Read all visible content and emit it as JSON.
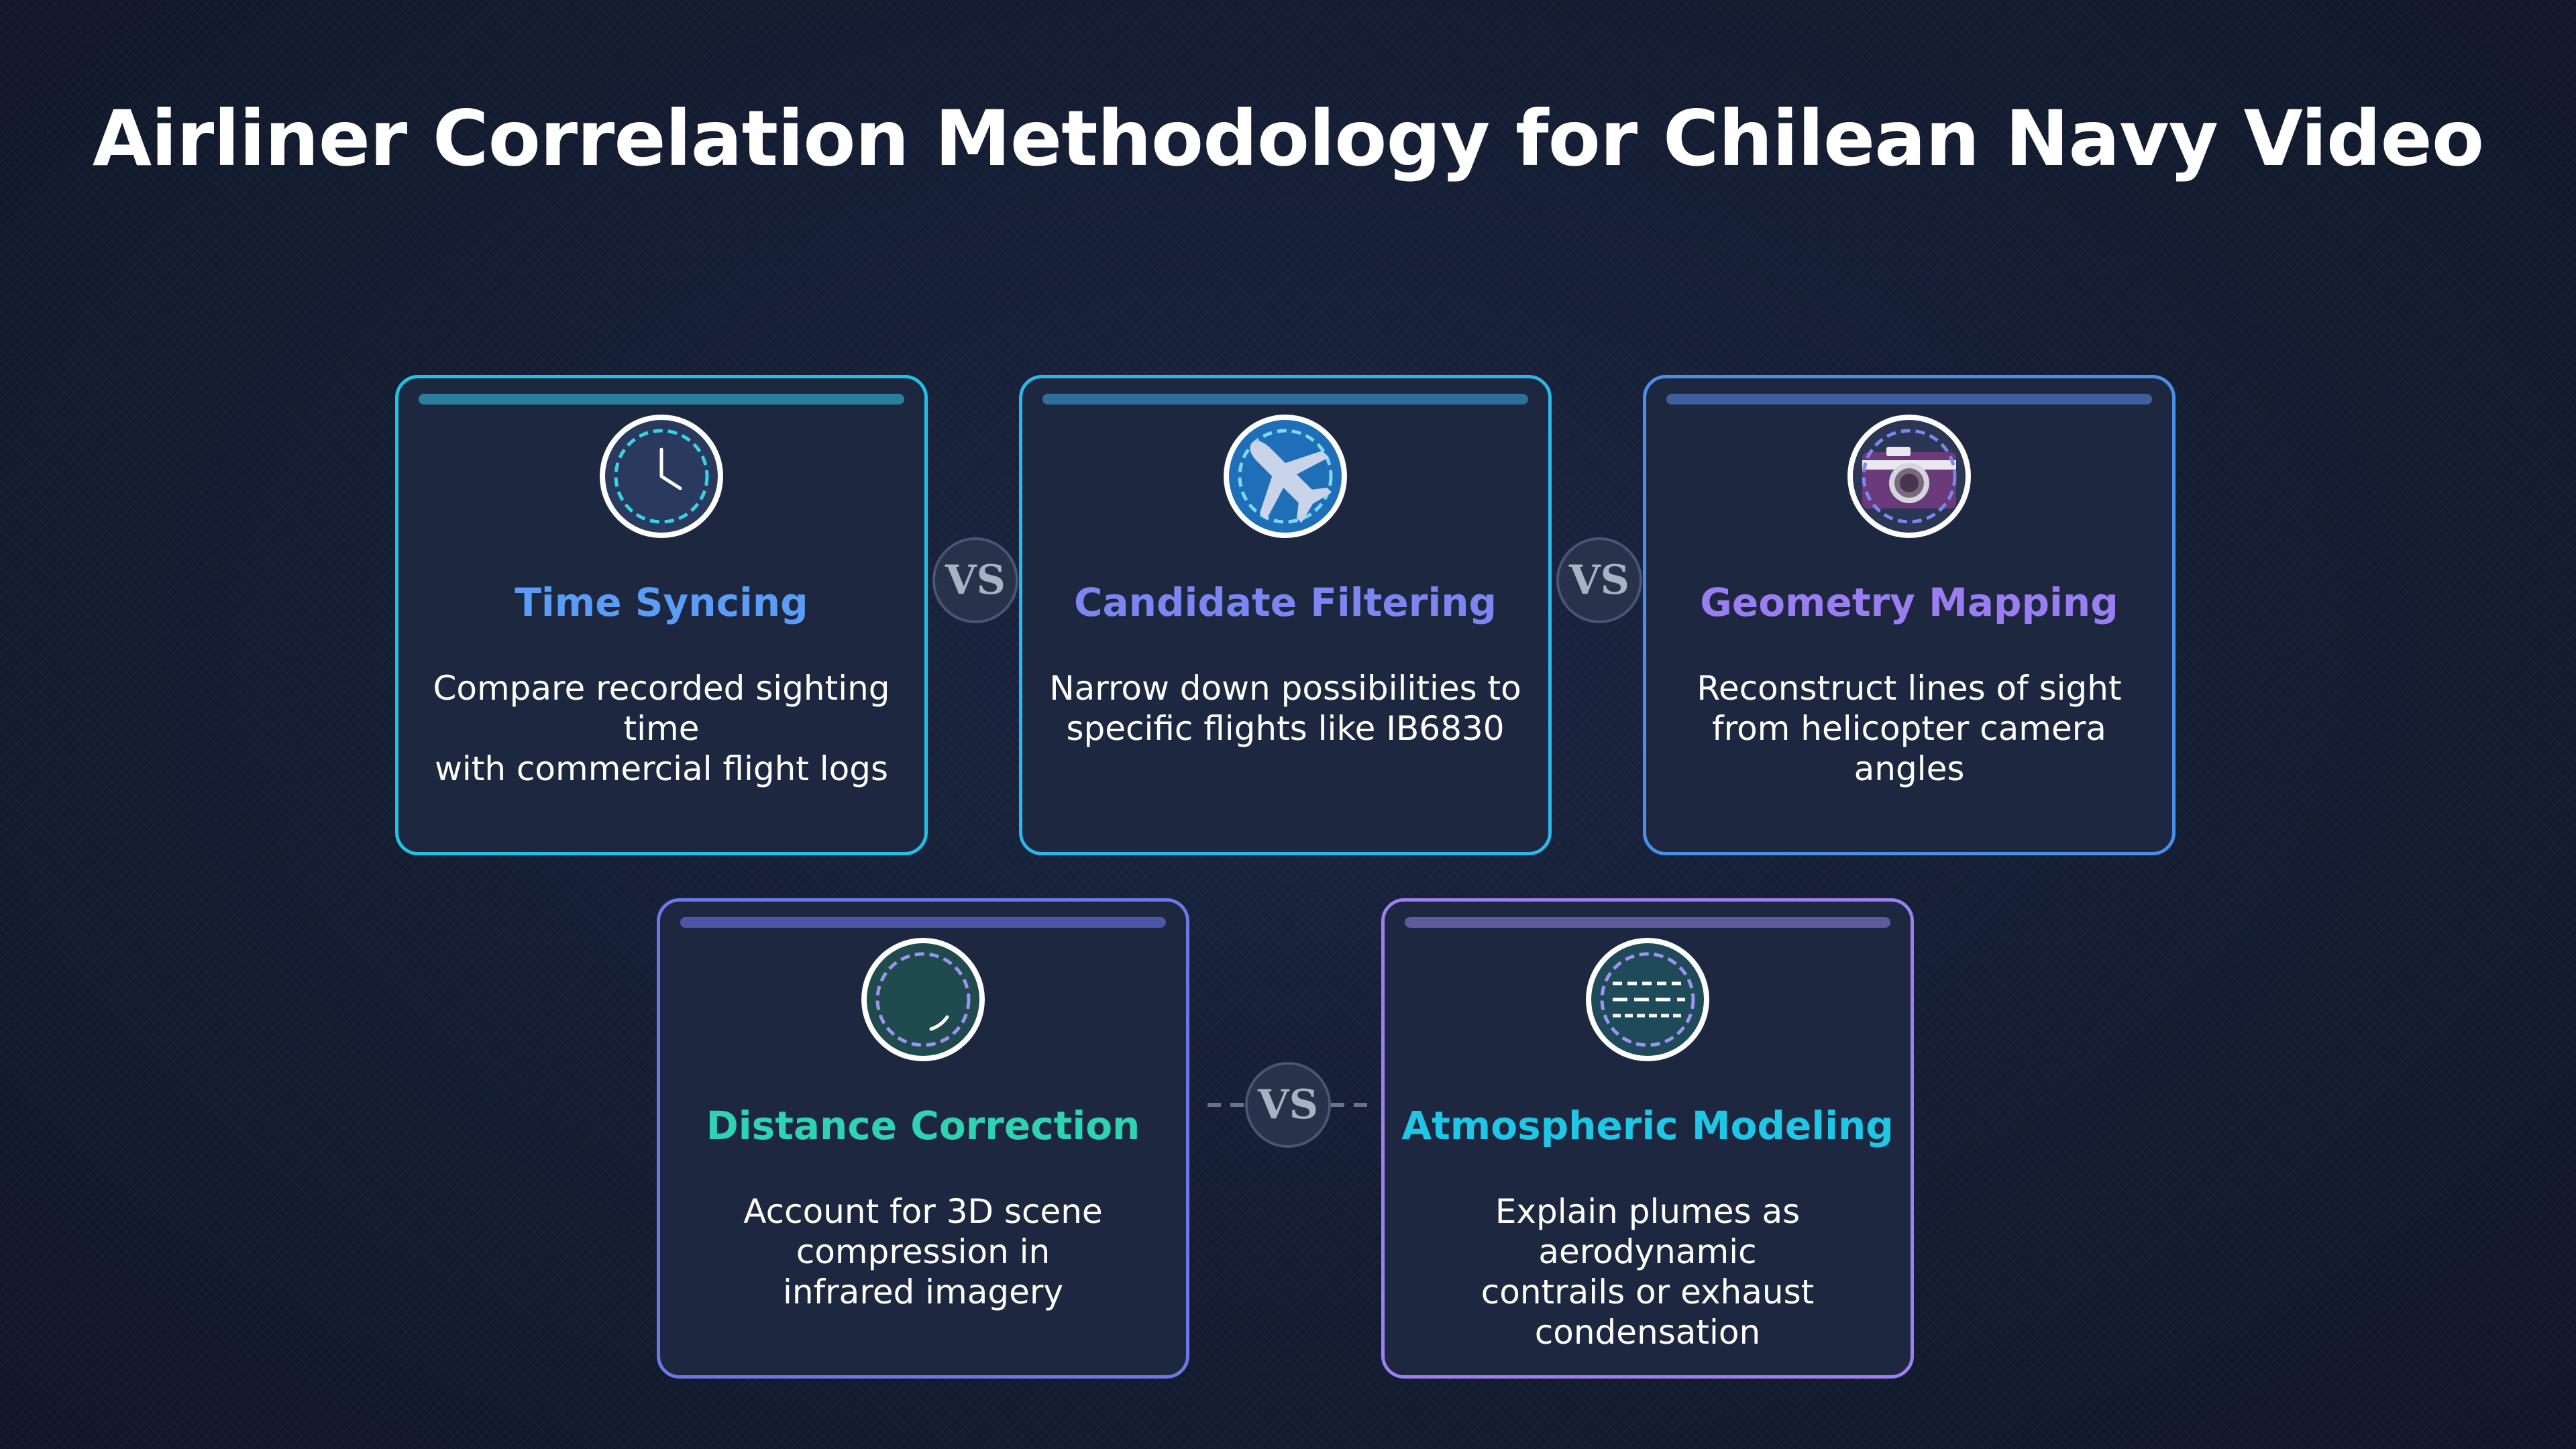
{
  "title": "Airliner Correlation Methodology for Chilean Navy Video",
  "vs_label": "VS",
  "cards": [
    {
      "title": "Time Syncing",
      "description": "Compare recorded sighting time\nwith commercial flight logs",
      "icon": "clock-icon",
      "title_color": "#5b9cf6",
      "border_color": "#22c1e3",
      "bar_color": "#2b7f9d"
    },
    {
      "title": "Candidate Filtering",
      "description": "Narrow down possibilities to\nspecific flights like IB6830",
      "icon": "airplane-icon",
      "title_color": "#7b86f0",
      "border_color": "#2fb6e8",
      "bar_color": "#2c6e9c"
    },
    {
      "title": "Geometry Mapping",
      "description": "Reconstruct lines of sight\nfrom helicopter camera angles",
      "icon": "camera-icon",
      "title_color": "#9b7df2",
      "border_color": "#4a8ee8",
      "bar_color": "#3d5f9f"
    },
    {
      "title": "Distance Correction",
      "description": "Account for 3D scene\ncompression in\ninfrared imagery",
      "icon": "ruler-circle-icon",
      "title_color": "#2fd3b4",
      "border_color": "#6b78e6",
      "bar_color": "#4c56a6"
    },
    {
      "title": "Atmospheric Modeling",
      "description": "Explain plumes as aerodynamic\ncontrails or exhaust\ncondensation",
      "icon": "wind-lines-icon",
      "title_color": "#1fc6e6",
      "border_color": "#9c7ff0",
      "bar_color": "#5f5a9c"
    }
  ]
}
